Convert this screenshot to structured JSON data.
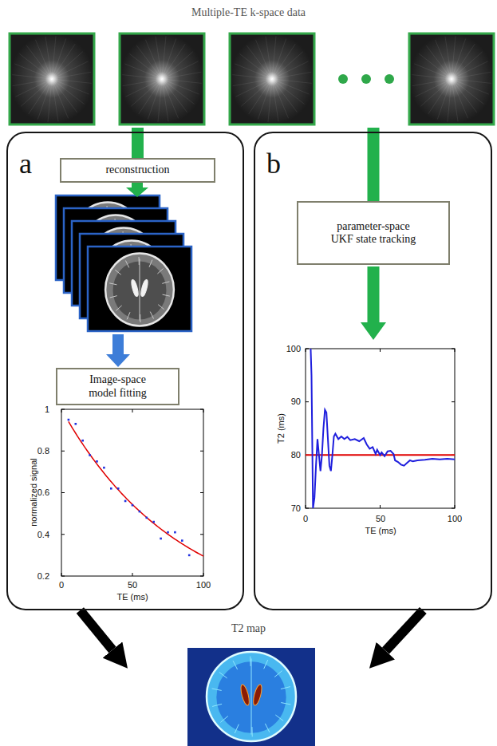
{
  "diagram": {
    "nodes": [
      {
        "text": [
          "Multiple-TE k-space data"
        ]
      },
      {
        "text": [
          "a"
        ]
      },
      {
        "text": [
          "reconstruction"
        ],
        "in": 1
      },
      {
        "text": [
          "Image-space model fitting"
        ],
        "in": 1
      },
      {
        "text": [
          "b"
        ]
      },
      {
        "text": [
          "parameter-space UKF state tracking"
        ],
        "in": 4
      },
      {
        "text": [
          "T2 map"
        ]
      }
    ],
    "edges": [
      {
        "from": 0,
        "to": 2,
        "arrow": "none"
      },
      {
        "from": 0,
        "to": 5,
        "arrow": "none"
      },
      {
        "from": 1,
        "to": 6,
        "arrow": "to"
      },
      {
        "from": 4,
        "to": 6,
        "arrow": "to"
      }
    ],
    "labels": [
      "1",
      "0.8",
      "0.6",
      "0.4",
      "0.2",
      "0",
      "50",
      "100",
      "normalized signal",
      "TE (ms)",
      "100",
      "90",
      "80",
      "70",
      "0",
      "50",
      "100",
      "T2 (ms)",
      "TE (ms)"
    ]
  }
}
